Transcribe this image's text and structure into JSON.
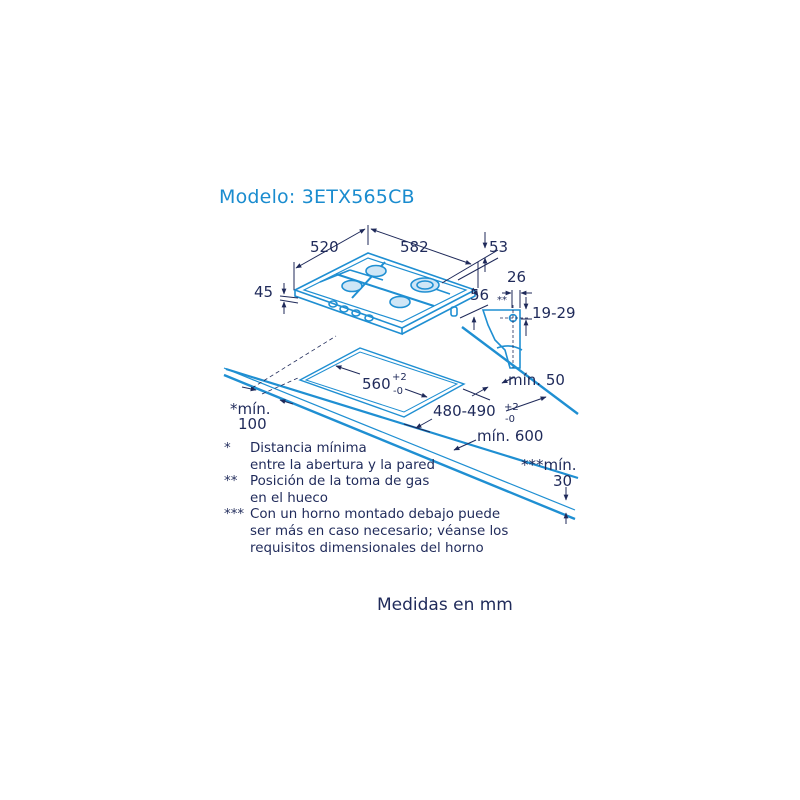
{
  "title": "Modelo: 3ETX565CB",
  "colors": {
    "accent_blue": "#1a8ccf",
    "text_navy": "#1f2a5a",
    "line_blue": "#1f8fd2"
  },
  "hob_dimensions": {
    "depth": "520",
    "width": "582",
    "height": "45",
    "rear_offset": "53",
    "side_offset": "56"
  },
  "gas_connection": {
    "width": "26",
    "marker": "**",
    "height_range": "19-29"
  },
  "cutout": {
    "width_label": "560",
    "width_tol_plus": "+2",
    "width_tol_minus": "-0",
    "depth_label": "480-490",
    "depth_tol_plus": "+2",
    "depth_tol_minus": "-0",
    "min_rear": "mín. 50",
    "min_worktop": "mín. 600",
    "min_wall_line1": "*mín.",
    "min_wall_line2": "100",
    "min_below_line1": "***mín.",
    "min_below_line2": "30"
  },
  "notes": [
    {
      "mark": "*",
      "lines": [
        "Distancia mínima",
        "entre la abertura y la pared"
      ]
    },
    {
      "mark": "**",
      "lines": [
        "Posición de la toma de gas",
        "en el hueco"
      ]
    },
    {
      "mark": "***",
      "lines": [
        "Con un horno montado debajo puede",
        "ser más en caso necesario; véanse los",
        "requisitos dimensionales del horno"
      ]
    }
  ],
  "footer": "Medidas en mm"
}
